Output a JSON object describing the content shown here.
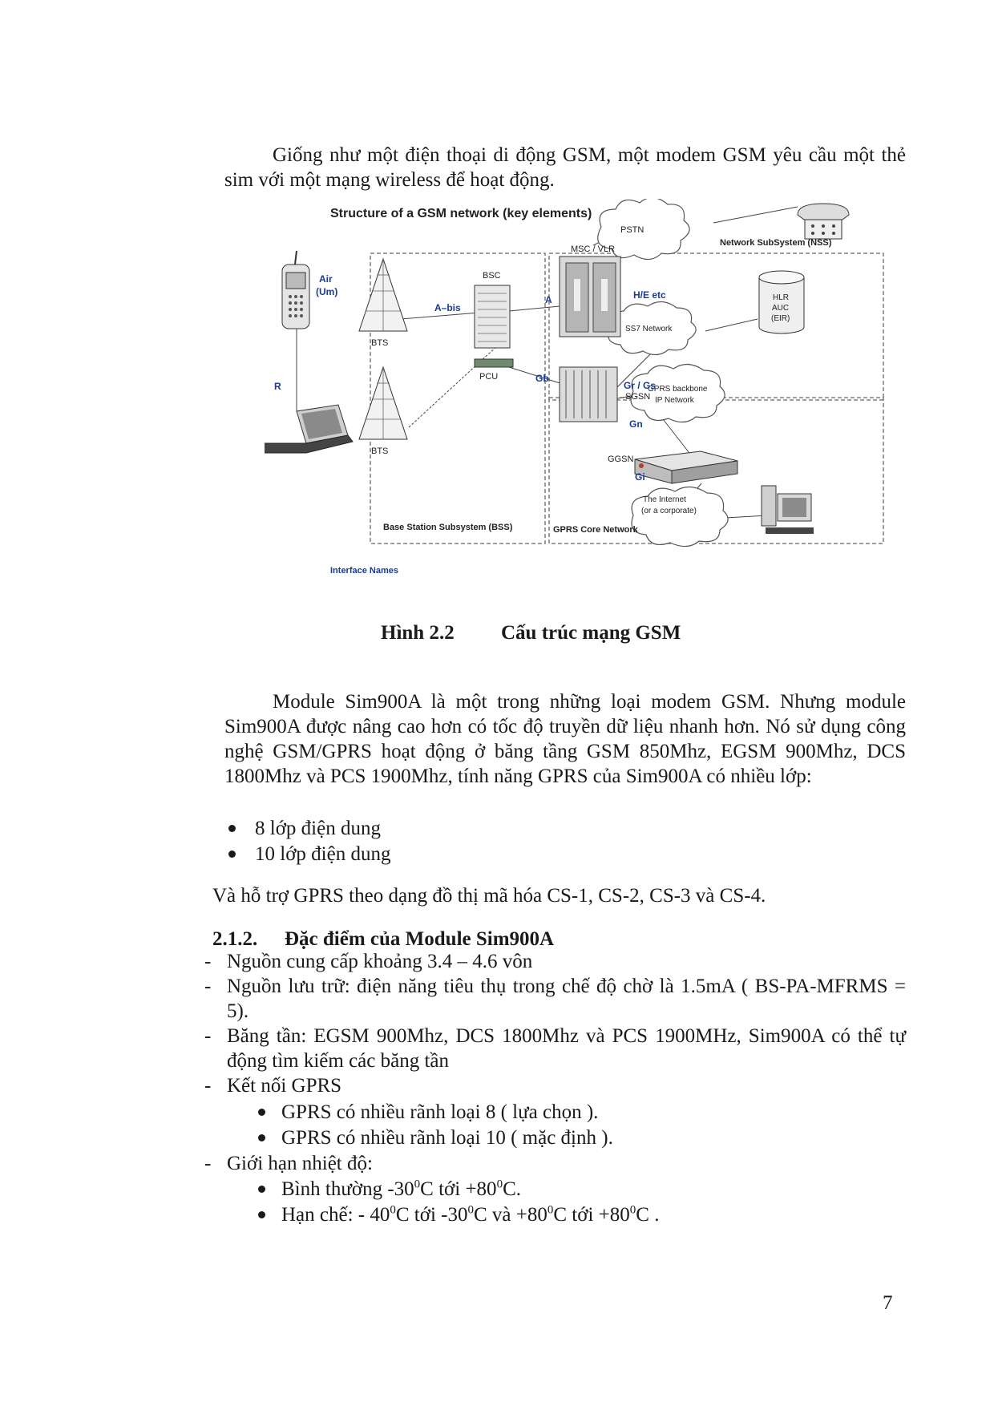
{
  "intro_paragraph": "Giống như một điện thoại di động GSM, một modem GSM yêu cầu một thẻ sim với một mạng wireless để hoạt động.",
  "figure": {
    "title": "Structure of a GSM network (key elements)",
    "labels": {
      "pstn": "PSTN",
      "nss": "Network SubSystem (NSS)",
      "msc_vlr": "MSC / VLR",
      "air": "Air",
      "um": "(Um)",
      "bsc": "BSC",
      "a_bis": "A–bis",
      "a": "A",
      "he_etc": "H/E etc",
      "hlr": "HLR",
      "auc": "AUC",
      "eir": "(EIR)",
      "bts_top": "BTS",
      "ss7": "SS7 Network",
      "r": "R",
      "gr_gs": "Gr / Gs",
      "pcu": "PCU",
      "gb": "Gb",
      "sgsn": "SGSN",
      "gprs_backbone_1": "GPRS backbone",
      "gprs_backbone_2": "IP Network",
      "gn": "Gn",
      "bts_bottom": "BTS",
      "ggsn": "GGSN",
      "bss": "Base Station Subsystem (BSS)",
      "gprs_core": "GPRS Core Network",
      "gi": "Gi",
      "internet_1": "The Internet",
      "internet_2": "(or a corporate)",
      "interface_names": "Interface Names"
    }
  },
  "caption": {
    "number": "Hình 2.2",
    "text": "Cấu trúc mạng GSM"
  },
  "module_paragraph": "Module Sim900A là một trong những loại modem GSM. Nhưng module Sim900A được nâng cao hơn có tốc độ truyền dữ liệu nhanh hơn. Nó sử dụng công nghệ GSM/GPRS hoạt động ở băng tầng GSM 850Mhz, EGSM 900Mhz, DCS 1800Mhz và PCS 1900Mhz, tính năng GPRS của Sim900A có nhiều lớp:",
  "gprs_classes": [
    "8 lớp điện dung",
    "10 lớp điện dung"
  ],
  "support_line": "Và hỗ trợ GPRS theo dạng đồ thị mã hóa CS-1, CS-2, CS-3 và CS-4.",
  "section": {
    "number": "2.1.2.",
    "title": "Đặc điểm của Module Sim900A"
  },
  "features": {
    "power": "Nguồn cung cấp khoảng 3.4 – 4.6 vôn",
    "storage": "Nguồn lưu trữ: điện năng tiêu thụ trong chế độ chờ là 1.5mA ( BS-PA-MFRMS = 5).",
    "bands": "Băng tần: EGSM 900Mhz, DCS 1800Mhz và PCS 1900MHz, Sim900A có thể tự động tìm kiếm các băng tần",
    "gprs_connect": "Kết nối GPRS",
    "gprs_items": [
      "GPRS có nhiều rãnh loại 8 ( lựa chọn ).",
      "GPRS có nhiều rãnh loại 10 ( mặc định )."
    ],
    "temp_limit": "Giới hạn nhiệt độ:",
    "temp_normal": {
      "prefix": "Bình thường -30",
      "unit1": "C  tới +80",
      "unit2": "C.",
      "sup": "0"
    },
    "temp_restricted": {
      "p1": "Hạn chế: - 40",
      "p2": "C tới -30",
      "p3": "C và +80",
      "p4": "C tới +80",
      "p5": "C .",
      "sup": "0"
    }
  },
  "page_number": "7"
}
